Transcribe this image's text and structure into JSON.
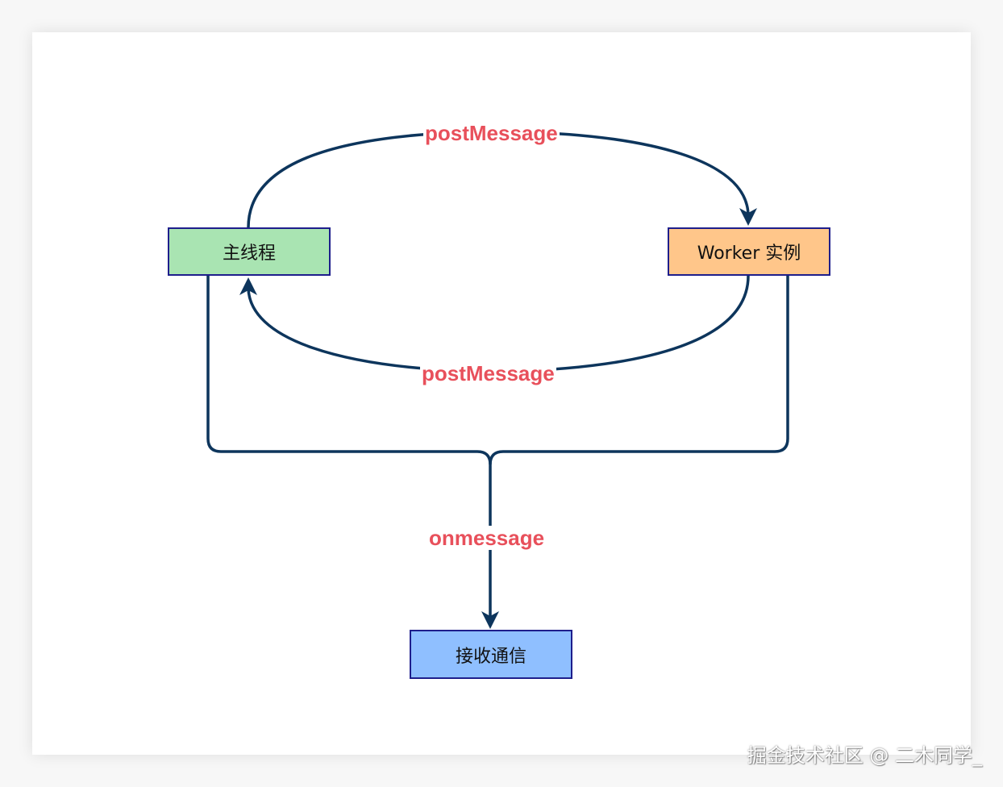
{
  "nodes": {
    "main_thread": {
      "label": "主线程",
      "color": "#a9e4b2"
    },
    "worker": {
      "label": "Worker 实例",
      "color": "#ffc68a"
    },
    "receive": {
      "label": "接收通信",
      "color": "#8fbfff"
    }
  },
  "edges": {
    "top_label": "postMessage",
    "bottom_label": "postMessage",
    "onmessage_label": "onmessage"
  },
  "colors": {
    "edge_stroke": "#0d355c",
    "label_text": "#e8505b",
    "node_border": "#1e1e8c"
  },
  "watermark": "掘金技术社区 @ 二木同学_"
}
